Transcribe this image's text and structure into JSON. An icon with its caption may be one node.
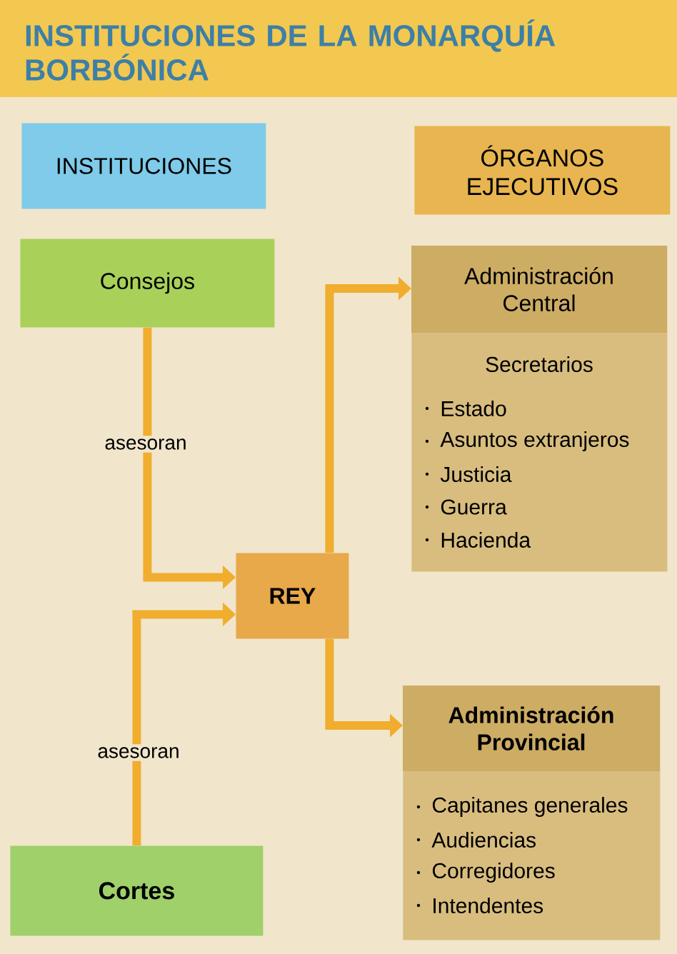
{
  "diagram": {
    "title": "INSTITUCIONES DE LA MONARQUÍA BORBÓNICA",
    "nodes": [
      {
        "text": [
          "INSTITUCIONES"
        ]
      },
      {
        "text": [
          "ÓRGANOS EJECUTIVOS"
        ]
      },
      {
        "text": [
          "Consejos"
        ]
      },
      {
        "text": [
          "Administración Central",
          "Secretarios",
          "Estado",
          "Asuntos extranjeros",
          "Justicia",
          "Guerra",
          "Hacienda"
        ]
      },
      {
        "text": [
          "REY"
        ]
      },
      {
        "text": [
          "Administración Provincial",
          "Capitanes generales",
          "Audiencias",
          "Corregidores",
          "Intendentes"
        ]
      },
      {
        "text": [
          "Cortes"
        ]
      }
    ],
    "edges": [
      {
        "from": 2,
        "to": 4,
        "arrow": "to",
        "label": "asesoran"
      },
      {
        "from": 6,
        "to": 4,
        "arrow": "to",
        "label": "asesoran"
      },
      {
        "from": 4,
        "to": 3,
        "arrow": "to"
      },
      {
        "from": 4,
        "to": 5,
        "arrow": "to"
      }
    ]
  }
}
